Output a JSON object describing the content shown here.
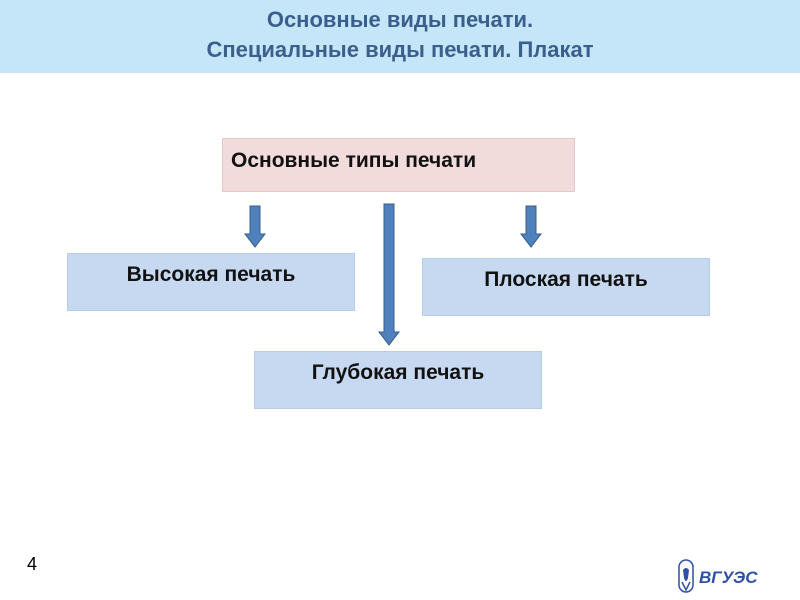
{
  "slide": {
    "title_line1": "Основные виды печати.",
    "title_line2": "Специальные виды печати. Плакат",
    "page_number": "4"
  },
  "diagram": {
    "root": "Основные типы печати",
    "children": [
      {
        "id": "relief",
        "label": "Высокая печать"
      },
      {
        "id": "flat",
        "label": "Плоская печать"
      },
      {
        "id": "gravure",
        "label": "Глубокая печать"
      }
    ]
  },
  "logo": {
    "text": "ВГУЭС",
    "color": "#2e4fa3"
  },
  "colors": {
    "header_bg": "#c5e6f8",
    "title_text": "#3a5f8c",
    "root_box": "#f2dcdb",
    "child_box": "#c6d9f0",
    "arrow_fill": "#4f81bd",
    "arrow_stroke": "#385d8a"
  }
}
